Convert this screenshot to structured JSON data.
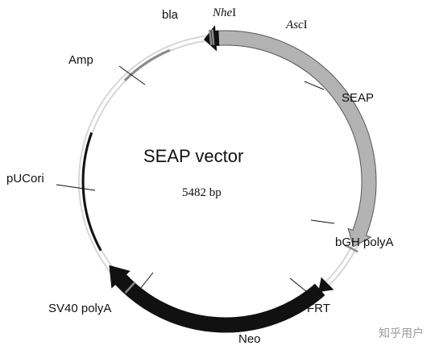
{
  "title": "SEAP vector",
  "size": "5482 bp",
  "sites": {
    "nhe": {
      "italic": "Nhe",
      "roman": "I"
    },
    "asc": {
      "italic": "Asc",
      "roman": "I"
    }
  },
  "labels": {
    "bla": "bla",
    "amp": "Amp",
    "seap": "SEAP",
    "pucori": "pUCori",
    "bgh": "bGH polyA",
    "frt": "FRT",
    "sv40": "SV40 polyA",
    "neo": "Neo"
  },
  "watermark": "知乎用户",
  "colors": {
    "backbone": "#d6d6d6",
    "seap_fill": "#b3b3b3",
    "dark": "#111111",
    "marker": "#8a8a8a"
  }
}
